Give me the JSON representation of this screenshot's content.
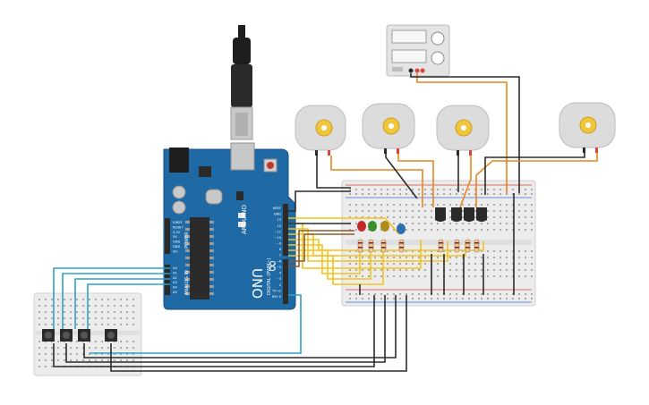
{
  "colors": {
    "background": "#ffffff",
    "arduino_board": "#1f6aa5",
    "arduino_dark": "#174e7d",
    "breadboard": "#ececec",
    "breadboard_hole": "#a8a8a8",
    "rail_red": "#d9453b",
    "rail_blue": "#3b6fd9",
    "wire_black": "#2b2b2b",
    "wire_orange": "#e8861c",
    "wire_yellow": "#f2c41b",
    "wire_brown": "#8a5a2b",
    "wire_teal": "#2aa3c7",
    "motor_body": "#dcdcdc",
    "motor_gear": "#f0c63c",
    "led_red": "#c62828",
    "led_green": "#3a8f2a",
    "led_yellow": "#b08a1a",
    "led_blue": "#2a6fb0",
    "transistor": "#2b2b2b",
    "usb_black": "#1e1e1e",
    "usb_gray": "#bdbdbd",
    "psu_body": "#e4e4e4"
  },
  "arduino": {
    "logo_text": "ARDUINO",
    "model_text": "UNO",
    "brand_text": "∞",
    "power_label": "POWER",
    "analog_label": "ANALOG IN",
    "digital_label": "DIGITAL (PWM~)",
    "power_pins": [
      "IOREF",
      "RESET",
      "3.3V",
      "5V",
      "GND",
      "GND",
      "Vin"
    ],
    "analog_pins": [
      "A0",
      "A1",
      "A2",
      "A3",
      "A4",
      "A5"
    ],
    "digital_pins": [
      "AREF",
      "GND",
      "13",
      "12",
      "~11",
      "~10",
      "~9",
      "8",
      "7",
      "~6",
      "~5",
      "4",
      "~3",
      "2",
      "TX→1",
      "RX←0"
    ]
  },
  "power_supply": {
    "display_1": "",
    "display_2": ""
  },
  "icons": {
    "usb": "usb-cable-icon",
    "motor": "dc-motor-icon",
    "transistor": "npn-transistor-icon",
    "led": "led-icon",
    "resistor": "resistor-icon",
    "button": "pushbutton-icon"
  }
}
